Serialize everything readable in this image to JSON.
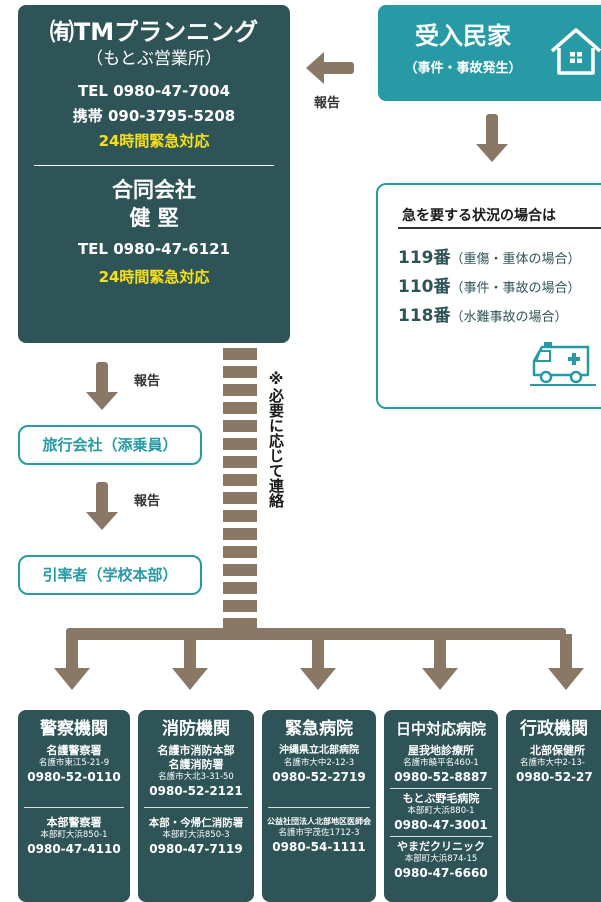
{
  "company1": {
    "name": "㈲TMプランニング",
    "branch": "（もとぶ営業所）",
    "tel": "TEL 0980-47-7004",
    "mobile": "携帯 090-3795-5208",
    "emergency": "24時間緊急対応"
  },
  "company2": {
    "name_line1": "合同会社",
    "name_line2": "健 堅",
    "tel": "TEL 0980-47-6121",
    "emergency": "24時間緊急対応"
  },
  "host": {
    "title": "受入民家",
    "subtitle": "（事件・事故発生）"
  },
  "report_label": "報告",
  "urgent": {
    "title": "急を要する状況の場合は",
    "lines": [
      {
        "num": "119番",
        "desc": "（重傷・重体の場合）"
      },
      {
        "num": "110番",
        "desc": "（事件・事故の場合）"
      },
      {
        "num": "118番",
        "desc": "（水難事故の場合）"
      }
    ]
  },
  "travel_agency": "旅行会社（添乗員）",
  "leader": "引率者（学校本部）",
  "contact_note": "※必要に応じて連絡",
  "columns": [
    {
      "title": "警察機関",
      "entries": [
        {
          "name": "名護警察署",
          "address": "名護市東江5-21-9",
          "tel": "0980-52-0110"
        },
        {
          "name": "本部警察署",
          "address": "本部町大浜850-1",
          "tel": "0980-47-4110"
        }
      ]
    },
    {
      "title": "消防機関",
      "entries": [
        {
          "name": "名護市消防本部",
          "name2": "名護消防署",
          "address": "名護市大北3-31-50",
          "tel": "0980-52-2121"
        },
        {
          "name": "本部・今帰仁消防署",
          "address": "本部町大浜850-3",
          "tel": "0980-47-7119"
        }
      ]
    },
    {
      "title": "緊急病院",
      "entries": [
        {
          "name": "沖縄県立北部病院",
          "address": "名護市大中2-12-3",
          "tel": "0980-52-2719"
        },
        {
          "name": "公益社団法人北部地区医師会",
          "address": "名護市宇茂佐1712-3",
          "tel": "0980-54-1111"
        }
      ]
    },
    {
      "title": "日中対応病院",
      "entries": [
        {
          "name": "屋我地診療所",
          "address": "名護市饒平名460-1",
          "tel": "0980-52-8887"
        },
        {
          "name": "もとぶ野毛病院",
          "address": "本部町大浜880-1",
          "tel": "0980-47-3001"
        },
        {
          "name": "やまだクリニック",
          "address": "本部町大浜874-15",
          "tel": "0980-47-6660"
        }
      ]
    },
    {
      "title": "行政機関",
      "entries": [
        {
          "name": "北部保健所",
          "address": "名護市大中2-13-",
          "tel": "0980-52-27"
        }
      ]
    }
  ]
}
